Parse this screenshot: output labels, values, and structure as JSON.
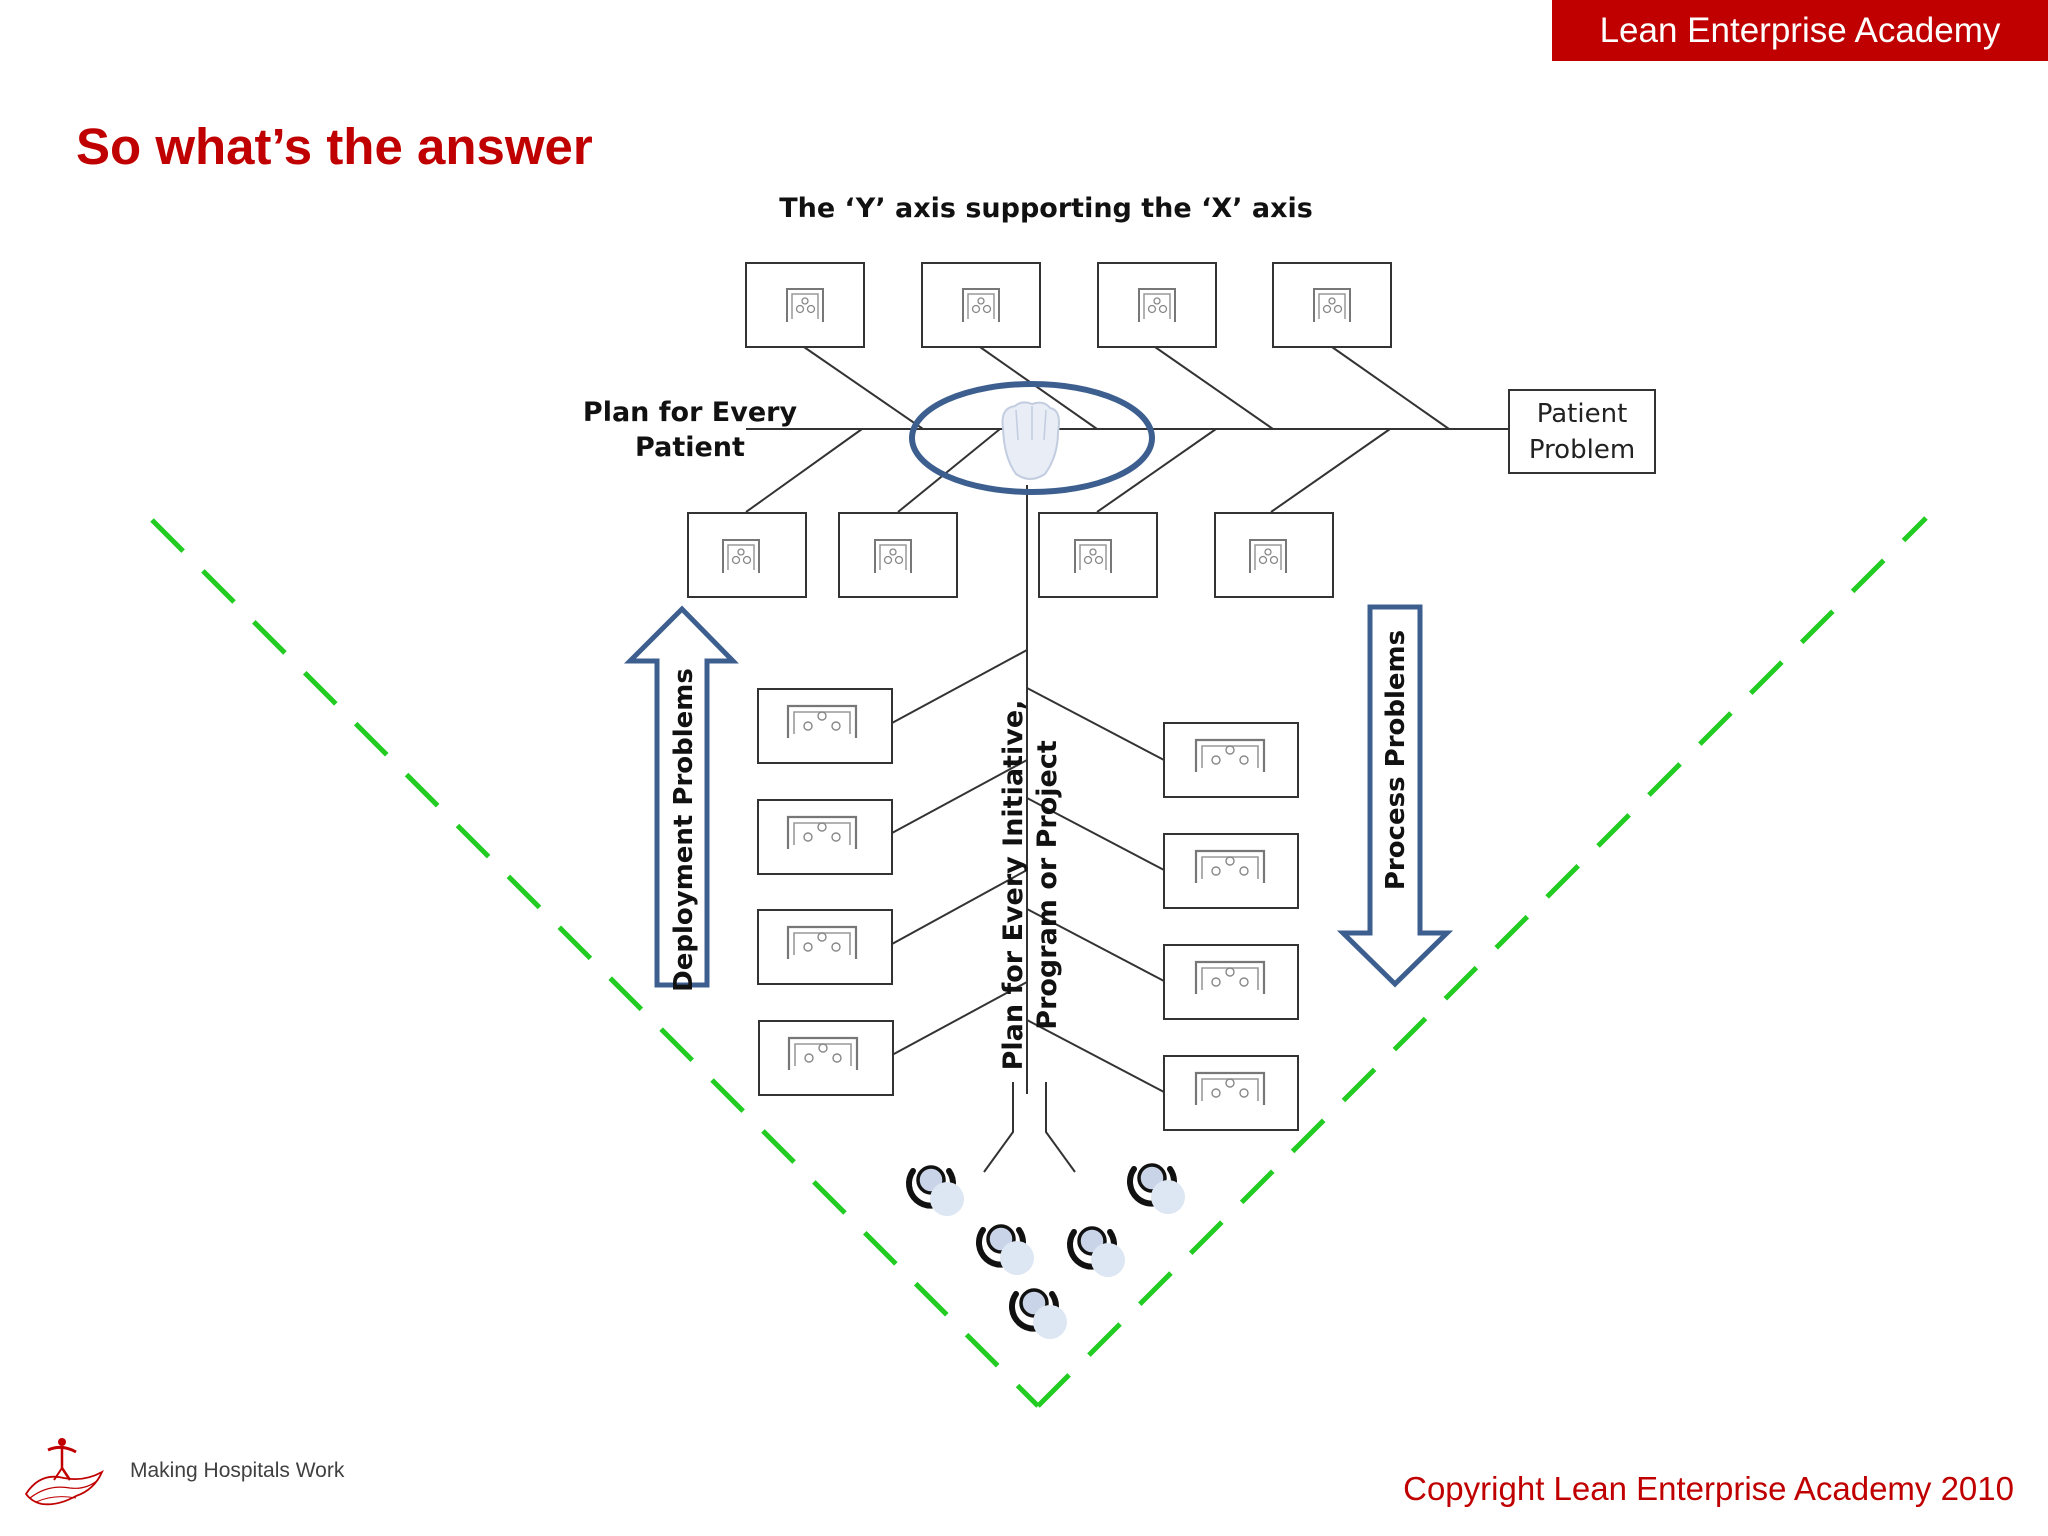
{
  "header": {
    "banner_text": "Lean Enterprise Academy",
    "title": "So what’s the answer"
  },
  "diagram": {
    "heading": "The ‘Y’ axis supporting the ‘X’ axis",
    "x_axis_label_line1": "Plan for Every",
    "x_axis_label_line2": "Patient",
    "effect_box_line1": "Patient",
    "effect_box_line2": "Problem",
    "y_axis_label_line1": "Plan for Every Initiative,",
    "y_axis_label_line2": "Program or Project",
    "up_arrow_label": "Deployment Problems",
    "down_arrow_label": "Process Problems",
    "accent_blue": "#3d5f8f",
    "guide_green": "#22cc22"
  },
  "footer": {
    "tagline": "Making Hospitals Work",
    "copyright": "Copyright Lean Enterprise Academy 2010",
    "brand_red": "#c00000"
  }
}
